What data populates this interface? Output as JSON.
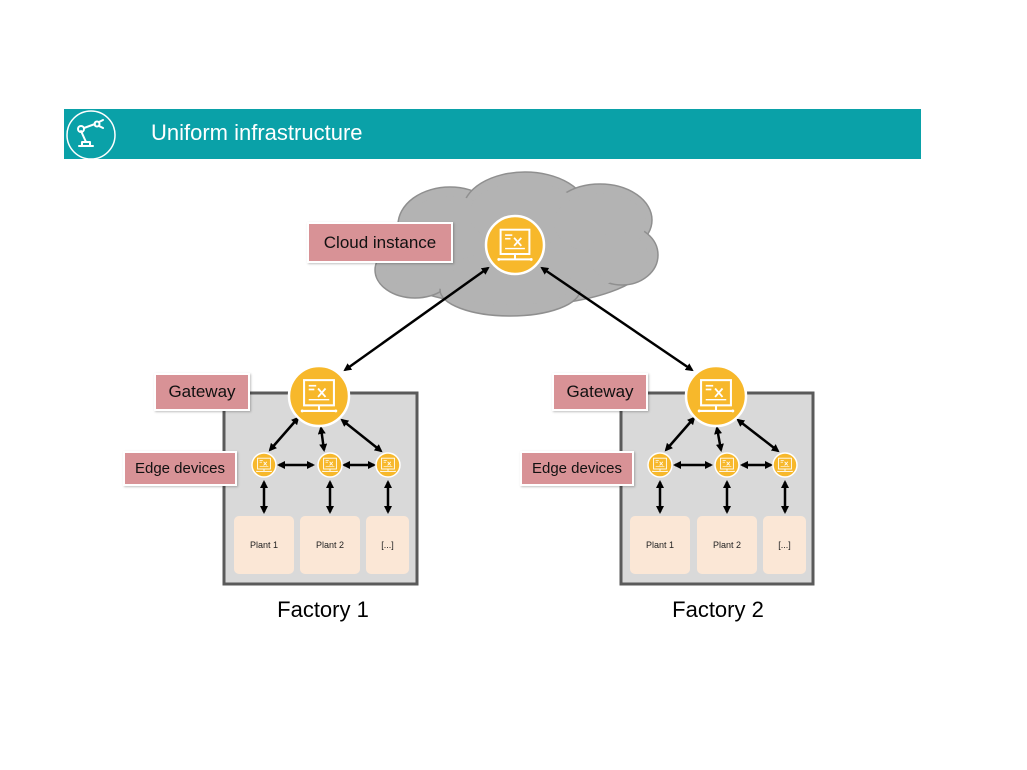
{
  "header": {
    "title": "Uniform infrastructure",
    "icon": "robot-arm-icon"
  },
  "cloud": {
    "label": "Cloud instance",
    "icon": "server-icon"
  },
  "factories": [
    {
      "name": "Factory 1",
      "gateway_label": "Gateway",
      "edge_label": "Edge devices",
      "plants": [
        "Plant 1",
        "Plant 2",
        "[...]"
      ]
    },
    {
      "name": "Factory 2",
      "gateway_label": "Gateway",
      "edge_label": "Edge devices",
      "plants": [
        "Plant 1",
        "Plant 2",
        "[...]"
      ]
    }
  ],
  "colors": {
    "header_bar": "#0aa1a8",
    "label_background": "#d89296",
    "node_fill": "#f7b82b",
    "cloud_fill": "#b3b3b3",
    "factory_box": "#d9d9d9",
    "plant_fill": "#fbe7d6"
  }
}
